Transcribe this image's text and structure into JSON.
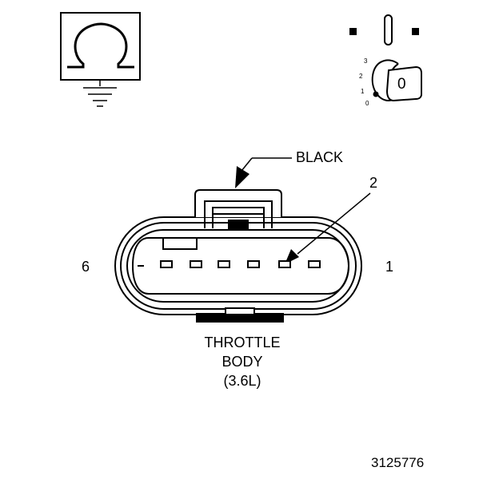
{
  "meter_icon": {
    "name": "ohmmeter-icon",
    "symbol": "Ω"
  },
  "ignition_icon": {
    "name": "ignition-key-off-icon",
    "key_label": "0",
    "positions": [
      "3",
      "2",
      "1",
      "0"
    ]
  },
  "connector": {
    "color_label": "BLACK",
    "pin_callout": "2",
    "left_pin": "6",
    "right_pin": "1",
    "title_lines": [
      "THROTTLE",
      "BODY",
      "(3.6L)"
    ]
  },
  "figure_number": "3125776",
  "colors": {
    "stroke": "#000000",
    "background": "#ffffff"
  }
}
